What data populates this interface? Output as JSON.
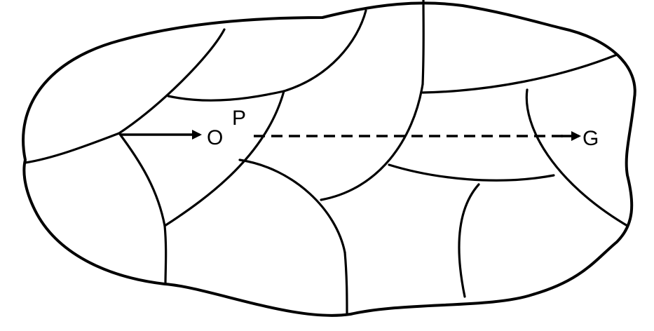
{
  "diagram": {
    "labels": {
      "origin": "O",
      "point": "P",
      "goal": "G"
    },
    "colors": {
      "stroke": "#000000",
      "background": "#ffffff"
    }
  }
}
